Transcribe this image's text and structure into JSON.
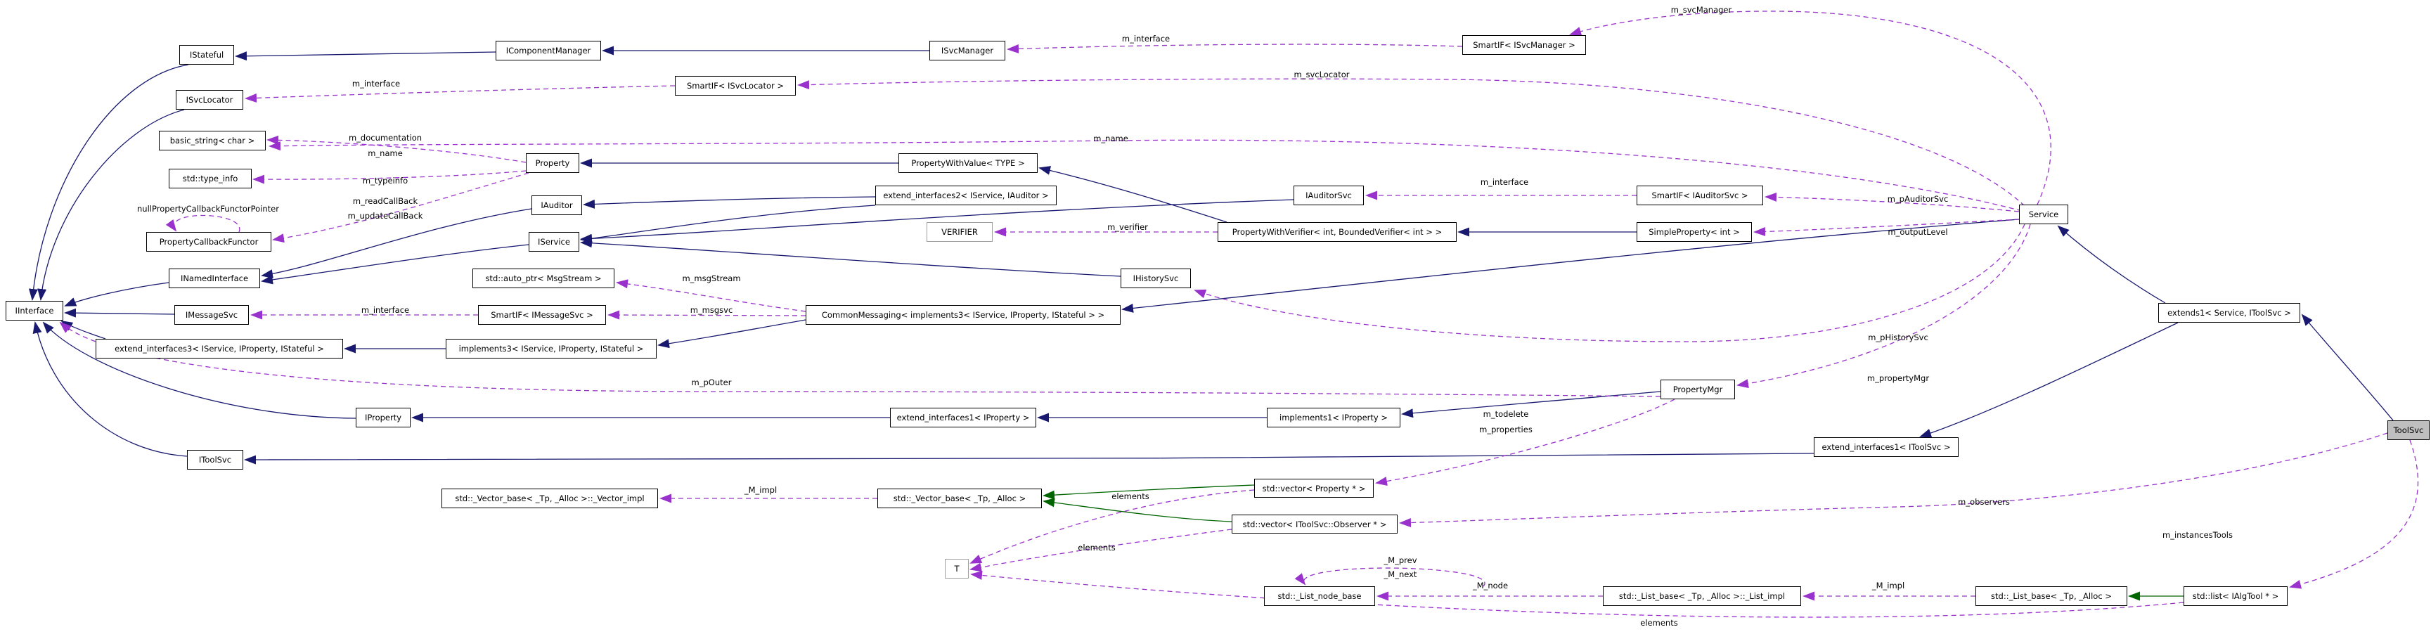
{
  "diagram": {
    "kind": "collaboration-graph",
    "current_node": "ToolSvc",
    "colors": {
      "inheritance_edge": "#191970",
      "usage_edge": "#9932cc",
      "protected_inheritance_edge": "#006400",
      "node_border": "#000000",
      "template_param_border": "#9e9e9e",
      "current_node_fill": "#bfbfbf",
      "node_fill": "#ffffff"
    }
  },
  "nodes": {
    "iinterface": {
      "label": "IInterface"
    },
    "istateful": {
      "label": "IStateful"
    },
    "icomponentmanager": {
      "label": "IComponentManager"
    },
    "isvcmanager": {
      "label": "ISvcManager"
    },
    "smartif_isvcmanager": {
      "label": "SmartIF< ISvcManager >"
    },
    "isvclocator": {
      "label": "ISvcLocator"
    },
    "smartif_isvclocator": {
      "label": "SmartIF< ISvcLocator >"
    },
    "basic_string": {
      "label": "basic_string< char >"
    },
    "property": {
      "label": "Property"
    },
    "propertywithvalue": {
      "label": "PropertyWithValue< TYPE >"
    },
    "std_type_info": {
      "label": "std::type_info"
    },
    "iauditor": {
      "label": "IAuditor"
    },
    "extend_interfaces2": {
      "label": "extend_interfaces2< IService, IAuditor >"
    },
    "iauditorsvc": {
      "label": "IAuditorSvc"
    },
    "smartif_iauditorsvc": {
      "label": "SmartIF< IAuditorSvc >"
    },
    "service": {
      "label": "Service"
    },
    "verifier": {
      "label": "VERIFIER"
    },
    "propertywithverifier": {
      "label": "PropertyWithVerifier< int, BoundedVerifier< int > >"
    },
    "simpleproperty": {
      "label": "SimpleProperty< int >"
    },
    "iservice": {
      "label": "IService"
    },
    "propertycallbackfunctor": {
      "label": "PropertyCallbackFunctor"
    },
    "inamedinterface": {
      "label": "INamedInterface"
    },
    "ihistorysvc": {
      "label": "IHistorySvc"
    },
    "std_auto_ptr": {
      "label": "std::auto_ptr< MsgStream >"
    },
    "imessagesvc": {
      "label": "IMessageSvc"
    },
    "smartif_imessagesvc": {
      "label": "SmartIF< IMessageSvc >"
    },
    "commonmessaging": {
      "label": "CommonMessaging< implements3< IService, IProperty, IStateful > >"
    },
    "extends1": {
      "label": "extends1< Service, IToolSvc >"
    },
    "extend_interfaces3": {
      "label": "extend_interfaces3< IService, IProperty, IStateful >"
    },
    "implements3": {
      "label": "implements3< IService, IProperty, IStateful >"
    },
    "propertymgr": {
      "label": "PropertyMgr"
    },
    "iproperty": {
      "label": "IProperty"
    },
    "ext1_iproperty": {
      "label": "extend_interfaces1< IProperty >"
    },
    "impl1_iproperty": {
      "label": "implements1< IProperty >"
    },
    "ext1_itoolsvc": {
      "label": "extend_interfaces1< IToolSvc >"
    },
    "itoolsvc": {
      "label": "IToolSvc"
    },
    "toolsvc": {
      "label": "ToolSvc"
    },
    "vector_impl": {
      "label": "std::_Vector_base< _Tp, _Alloc >::_Vector_impl"
    },
    "vector_base": {
      "label": "std::_Vector_base< _Tp, _Alloc >"
    },
    "vector_property": {
      "label": "std::vector< Property * >"
    },
    "vector_observer": {
      "label": "std::vector< IToolSvc::Observer * >"
    },
    "t_param": {
      "label": "T"
    },
    "list_node_base": {
      "label": "std::_List_node_base"
    },
    "list_impl": {
      "label": "std::_List_base< _Tp, _Alloc >::_List_impl"
    },
    "list_base": {
      "label": "std::_List_base< _Tp, _Alloc >"
    },
    "list_algtool": {
      "label": "std::list< IAlgTool * >"
    }
  },
  "edge_labels": {
    "m_svcManager": "m_svcManager",
    "m_interface_svcmgr": "m_interface",
    "m_svcLocator": "m_svcLocator",
    "m_interface_svcloc": "m_interface",
    "m_documentation": "m_documentation",
    "m_name_property": "m_name",
    "m_name_service": "m_name",
    "m_typeinfo": "m_typeinfo",
    "m_readCallBack": "m_readCallBack",
    "m_updateCallBack": "m_updateCallBack",
    "nullPropertyCallbackFunctorPointer": "nullPropertyCallbackFunctorPointer",
    "m_interface_auditorsvc": "m_interface",
    "m_pAuditorSvc": "m_pAuditorSvc",
    "m_verifier": "m_verifier",
    "m_outputLevel": "m_outputLevel",
    "m_msgStream": "m_msgStream",
    "m_msgsvc": "m_msgsvc",
    "m_interface_msgsvc": "m_interface",
    "m_pHistorySvc": "m_pHistorySvc",
    "m_pOuter": "m_pOuter",
    "m_propertyMgr": "m_propertyMgr",
    "m_todelete": "m_todelete",
    "m_properties": "m_properties",
    "M_impl_vector": "_M_impl",
    "elements_vecprop": "elements",
    "elements_vecobs": "elements",
    "m_observers": "m_observers",
    "m_instancesTools": "m_instancesTools",
    "M_prev": "_M_prev",
    "M_next": "_M_next",
    "M_node": "_M_node",
    "M_impl_list": "_M_impl",
    "elements_list": "elements"
  }
}
